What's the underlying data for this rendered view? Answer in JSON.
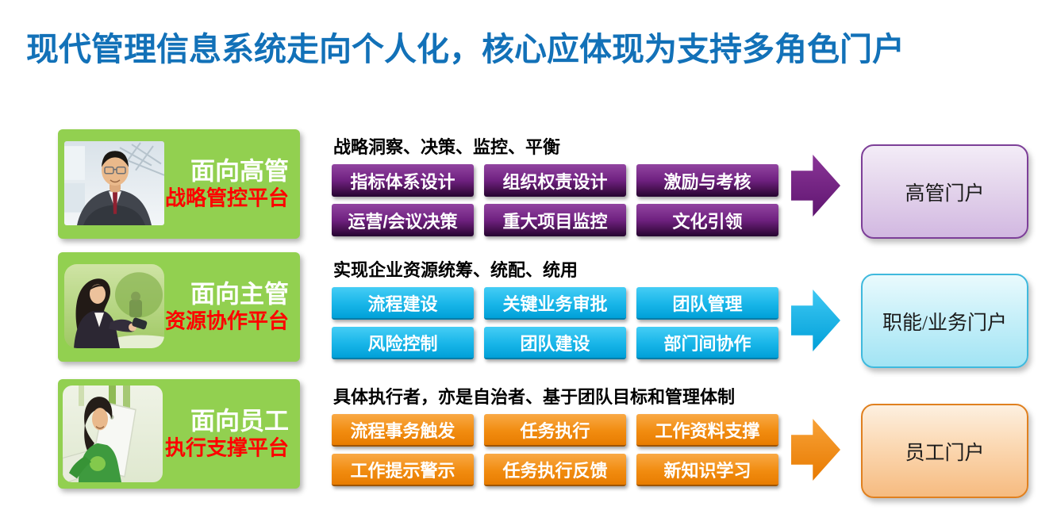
{
  "slide": {
    "title": "现代管理信息系统走向个人化，核心应体现为支持多角色门户"
  },
  "rows": [
    {
      "audience": "面向高管",
      "platform": "战略管控平台",
      "header": "战略洞察、决策、监控、平衡",
      "buttons": [
        "指标体系设计",
        "组织权责设计",
        "激励与考核",
        "运营/会议决策",
        "重大项目监控",
        "文化引领"
      ],
      "portal": "高管门户",
      "photo_icon": "executive-man-photo",
      "accent_color": "#6F2180"
    },
    {
      "audience": "面向主管",
      "platform": "资源协作平台",
      "header": "实现企业资源统筹、统配、统用",
      "buttons": [
        "流程建设",
        "关键业务审批",
        "团队管理",
        "风险控制",
        "团队建设",
        "部门间协作"
      ],
      "portal": "职能/业务门户",
      "photo_icon": "manager-woman-photo",
      "accent_color": "#00A7DC"
    },
    {
      "audience": "面向员工",
      "platform": "执行支撑平台",
      "header": "具体执行者，亦是自治者、基于团队目标和管理体制",
      "buttons": [
        "流程事务触发",
        "任务执行",
        "工作资料支撑",
        "工作提示警示",
        "任务执行反馈",
        "新知识学习"
      ],
      "portal": "员工门户",
      "photo_icon": "employee-man-photo",
      "accent_color": "#EE7D00"
    }
  ],
  "colors": {
    "title_blue": "#1271B8",
    "card_green": "#92D050",
    "platform_red": "#FF0000",
    "purple_button": "#6F2180",
    "cyan_button": "#00A7DC",
    "orange_button": "#EE7D00"
  }
}
